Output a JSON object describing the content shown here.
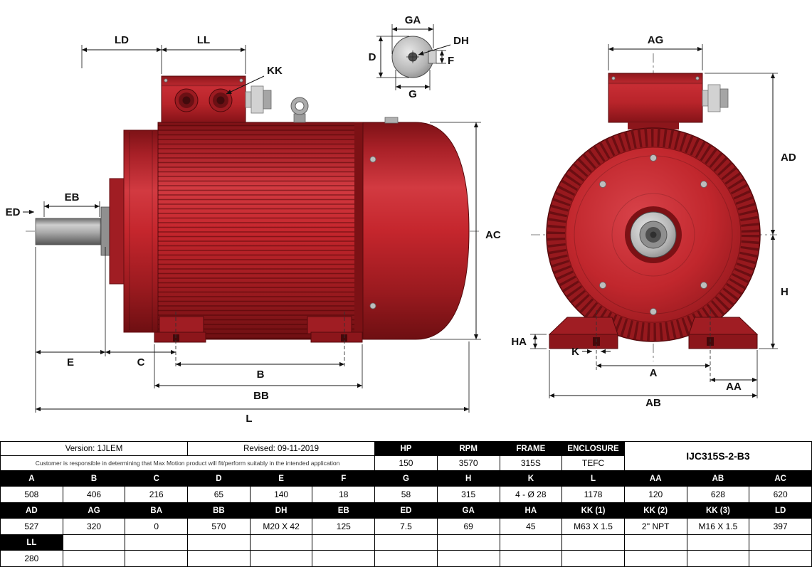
{
  "diagram": {
    "side_view_labels": {
      "LD": "LD",
      "LL": "LL",
      "KK": "KK",
      "ED": "ED",
      "EB": "EB",
      "AC": "AC",
      "E": "E",
      "C": "C",
      "B": "B",
      "BB": "BB",
      "L": "L"
    },
    "shaft_view_labels": {
      "GA": "GA",
      "DH": "DH",
      "D": "D",
      "F": "F",
      "G": "G"
    },
    "end_view_labels": {
      "AG": "AG",
      "AD": "AD",
      "H": "H",
      "HA": "HA",
      "K": "K",
      "A": "A",
      "AA": "AA",
      "AB": "AB"
    }
  },
  "colors": {
    "motor_red": "#c1272d",
    "motor_dark_red": "#7c1115",
    "metal_gray": "#b5b5b5",
    "table_header_bg": "#000000",
    "table_header_text": "#ffffff"
  },
  "table": {
    "version": "Version: 1JLEM",
    "revised": "Revised: 09-11-2019",
    "disclaimer": "Customer is responsible in determining that Max Motion product will fit/perform suitably in the intended application",
    "model": "IJC315S-2-B3",
    "spec_headers": [
      "HP",
      "RPM",
      "FRAME",
      "ENCLOSURE"
    ],
    "spec_values": [
      "150",
      "3570",
      "315S",
      "TEFC"
    ],
    "row1_headers": [
      "A",
      "B",
      "C",
      "D",
      "E",
      "F",
      "G",
      "H",
      "K",
      "L",
      "AA",
      "AB",
      "AC"
    ],
    "row1_values": [
      "508",
      "406",
      "216",
      "65",
      "140",
      "18",
      "58",
      "315",
      "4 - Ø 28",
      "1178",
      "120",
      "628",
      "620"
    ],
    "row2_headers": [
      "AD",
      "AG",
      "BA",
      "BB",
      "DH",
      "EB",
      "ED",
      "GA",
      "HA",
      "KK (1)",
      "KK (2)",
      "KK (3)",
      "LD"
    ],
    "row2_values": [
      "527",
      "320",
      "0",
      "570",
      "M20 X 42",
      "125",
      "7.5",
      "69",
      "45",
      "M63 X 1.5",
      "2'' NPT",
      "M16 X 1.5",
      "397"
    ],
    "row3_header": "LL",
    "row3_value": "280"
  }
}
